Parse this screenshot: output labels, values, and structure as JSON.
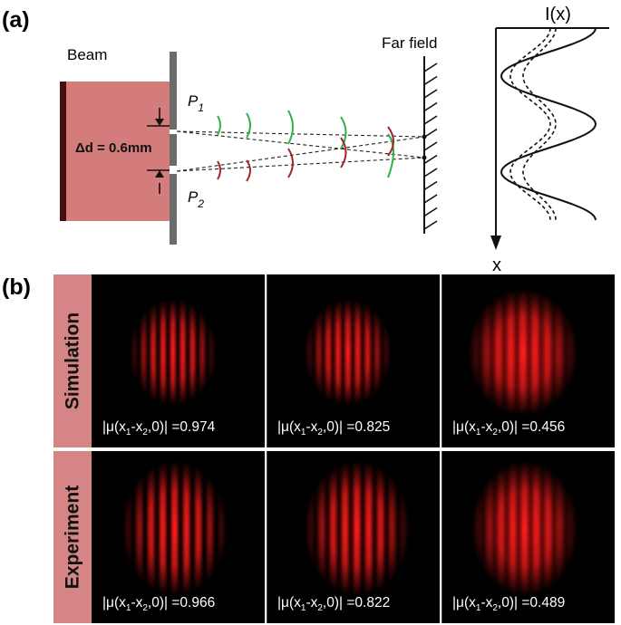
{
  "panel_a": {
    "label": "(a)",
    "beam_label": "Beam",
    "pinhole_1": "P",
    "pinhole_1_sub": "1",
    "pinhole_2": "P",
    "pinhole_2_sub": "2",
    "separation_label": "Δd = 0.6mm",
    "far_field_label": "Far field",
    "intensity_axis_label": "I(x)",
    "position_axis_label": "x"
  },
  "panel_b": {
    "label": "(b)",
    "rows": [
      {
        "label": "Simulation",
        "images": [
          {
            "mu_pre": "|μ(x",
            "sub1": "1",
            "mu_mid": "-x",
            "sub2": "2",
            "mu_post": ",0)| =",
            "value": "0.974",
            "visibility": 0.974
          },
          {
            "mu_pre": "|μ(x",
            "sub1": "1",
            "mu_mid": "-x",
            "sub2": "2",
            "mu_post": ",0)| =",
            "value": "0.825",
            "visibility": 0.825
          },
          {
            "mu_pre": "|μ(x",
            "sub1": "1",
            "mu_mid": "-x",
            "sub2": "2",
            "mu_post": ",0)| =",
            "value": "0.456",
            "visibility": 0.456
          }
        ]
      },
      {
        "label": "Experiment",
        "images": [
          {
            "mu_pre": "|μ(x",
            "sub1": "1",
            "mu_mid": "-x",
            "sub2": "2",
            "mu_post": ",0)| =",
            "value": "0.966",
            "visibility": 0.966
          },
          {
            "mu_pre": "|μ(x",
            "sub1": "1",
            "mu_mid": "-x",
            "sub2": "2",
            "mu_post": ",0)| =",
            "value": "0.822",
            "visibility": 0.822
          },
          {
            "mu_pre": "|μ(x",
            "sub1": "1",
            "mu_mid": "-x",
            "sub2": "2",
            "mu_post": ",0)| =",
            "value": "0.489",
            "visibility": 0.489
          }
        ]
      }
    ]
  },
  "colors": {
    "beam_fill": "#d47b7b",
    "beam_edge": "#4a0d12",
    "screen": "#6b6b6b",
    "wavefront_green": "#2fb24a",
    "wavefront_red": "#a3262a",
    "row_label_bg": "#d58585",
    "fringe": "#ff1a1a"
  }
}
